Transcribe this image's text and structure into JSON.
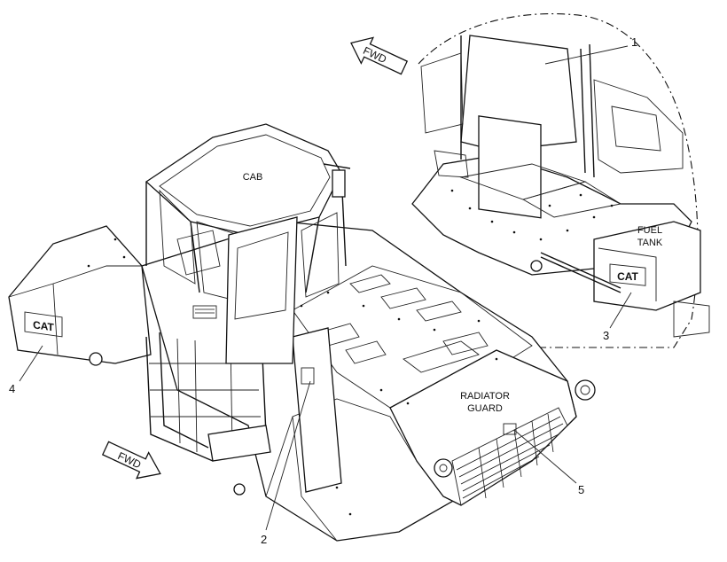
{
  "labels": {
    "cab": "CAB",
    "fuel_tank_line1": "FUEL",
    "fuel_tank_line2": "TANK",
    "radiator_guard_line1": "RADIATOR",
    "radiator_guard_line2": "GUARD"
  },
  "arrows": {
    "top_fwd": "FWD",
    "bottom_fwd": "FWD"
  },
  "callouts": [
    "1",
    "2",
    "3",
    "4",
    "5"
  ],
  "decals": {
    "logo_text": "CAT"
  }
}
